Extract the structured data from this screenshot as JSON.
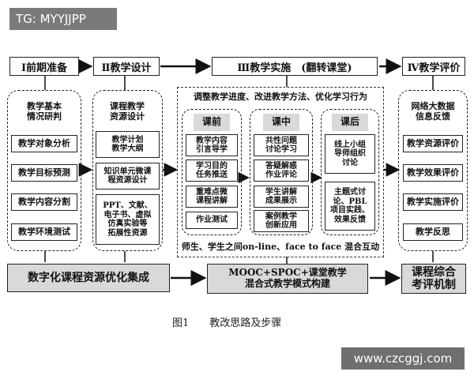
{
  "tag": "TG: MYYJJPP",
  "watermark": "www.czcggj.com",
  "headers": {
    "h1": "Ⅰ前期准备",
    "h2": "Ⅱ教学设计",
    "h3": "Ⅲ教学实施　(翻转课堂)",
    "h4": "Ⅳ教学评价"
  },
  "col1": {
    "title": "教学基本\n情况研判",
    "items": [
      "教学对象分析",
      "教学目标预测",
      "教学内容分割",
      "教学环境测试"
    ]
  },
  "col2": {
    "title": "课程教学\n资源设计",
    "items": [
      "教学计划\n教学大纲",
      "知识单元微课\n程资源设计",
      "PPT、文献、\n电子书、虚拟\n仿真实验等\n拓展性资源"
    ]
  },
  "col3": {
    "top": "调整教学进度、改进教学方法、优化学习行为",
    "pre": {
      "title": "课前",
      "items": [
        "教学内容\n引言导学",
        "学习目的\n任务推送",
        "重难点微\n课程讲解",
        "作业测试"
      ]
    },
    "mid": {
      "title": "课中",
      "items": [
        "共性问题\n讨论学习",
        "答疑解惑\n作业评论",
        "学生讲解\n成果展示",
        "案例教学\n创新应用"
      ]
    },
    "post": {
      "title": "课后",
      "items": [
        "线上小组\n导师组织\n讨论",
        "主题式讨\n论、PBL\n项目实践、\n效果反馈"
      ]
    },
    "bottom": "师生、学生之间on-line、face to face 混合互动"
  },
  "col4": {
    "title": "网络大数据\n信息反馈",
    "items": [
      "教学资源评价",
      "教学效果评价",
      "教学实施评价",
      "教学反思"
    ]
  },
  "bottom_row": {
    "left": "数字化课程资源优化集成",
    "middle": "MOOC+SPOC+课堂教学\n混合式教学模式构建",
    "right": "课程综合\n考评机制"
  },
  "caption": "图1　　教改思路及步骤"
}
